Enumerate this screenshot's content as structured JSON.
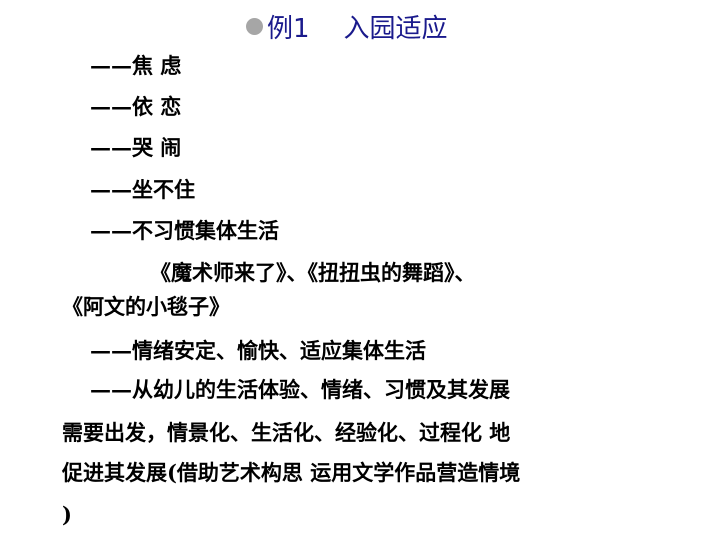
{
  "slide": {
    "title_prefix": "例1",
    "title_text": "入园适应",
    "lines": [
      "——焦 虑",
      "——依 恋",
      "——哭 闹",
      "——坐不住",
      "——不习惯集体生活",
      "《魔术师来了》、《扭扭虫的舞蹈》、",
      "《阿文的小毯子》",
      "——情绪安定、愉快、适应集体生活",
      "——从幼儿的生活体验、情绪、习惯及其发展",
      "需要出发，情景化、生活化、经验化、过程化 地",
      "促进其发展(借助艺术构思 运用文学作品营造情境",
      ")"
    ]
  },
  "colors": {
    "title": "#1a1a8c",
    "bullet": "#a6a6a6",
    "body": "#000000"
  },
  "icons": {
    "title_bullet": "filled-circle-bullet"
  }
}
